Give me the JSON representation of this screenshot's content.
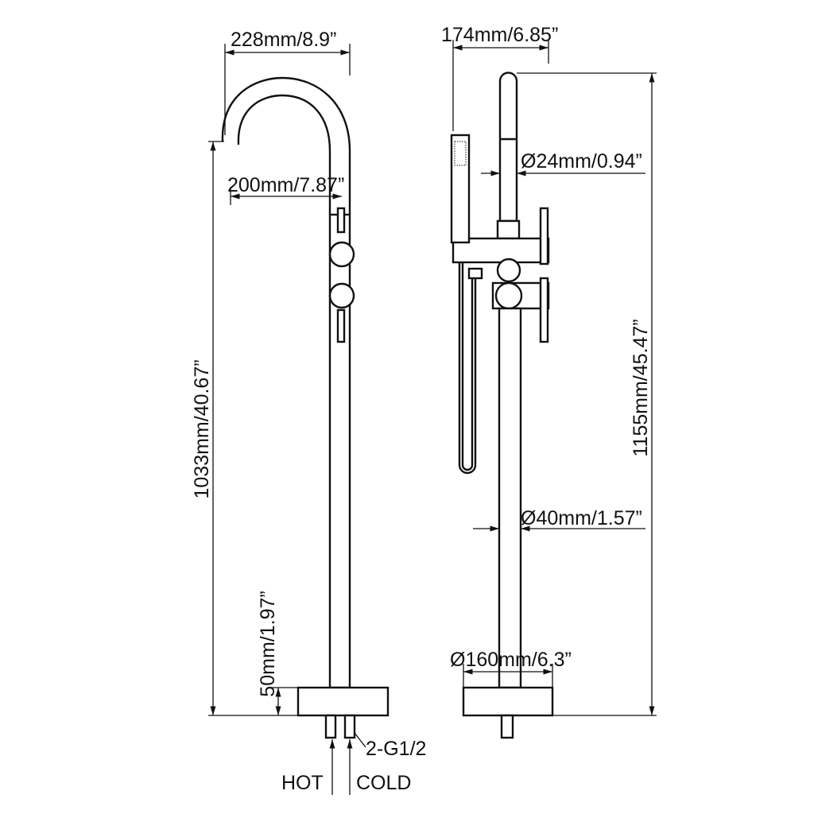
{
  "left_view": {
    "spout_reach": "228mm/8.9”",
    "spout_inner_reach": "200mm/7.87”",
    "spout_height": "1033mm/40.67”",
    "base_height": "50mm/1.97”",
    "inlet": "2-G1/2",
    "hot_label": "HOT",
    "cold_label": "COLD"
  },
  "right_view": {
    "hand_shower_offset": "174mm/6.85”",
    "upper_pipe_diameter": "Ø24mm/0.94”",
    "total_height": "1155mm/45.47”",
    "main_pipe_diameter": "Ø40mm/1.57”",
    "base_diameter": "Ø160mm/6.3”"
  }
}
